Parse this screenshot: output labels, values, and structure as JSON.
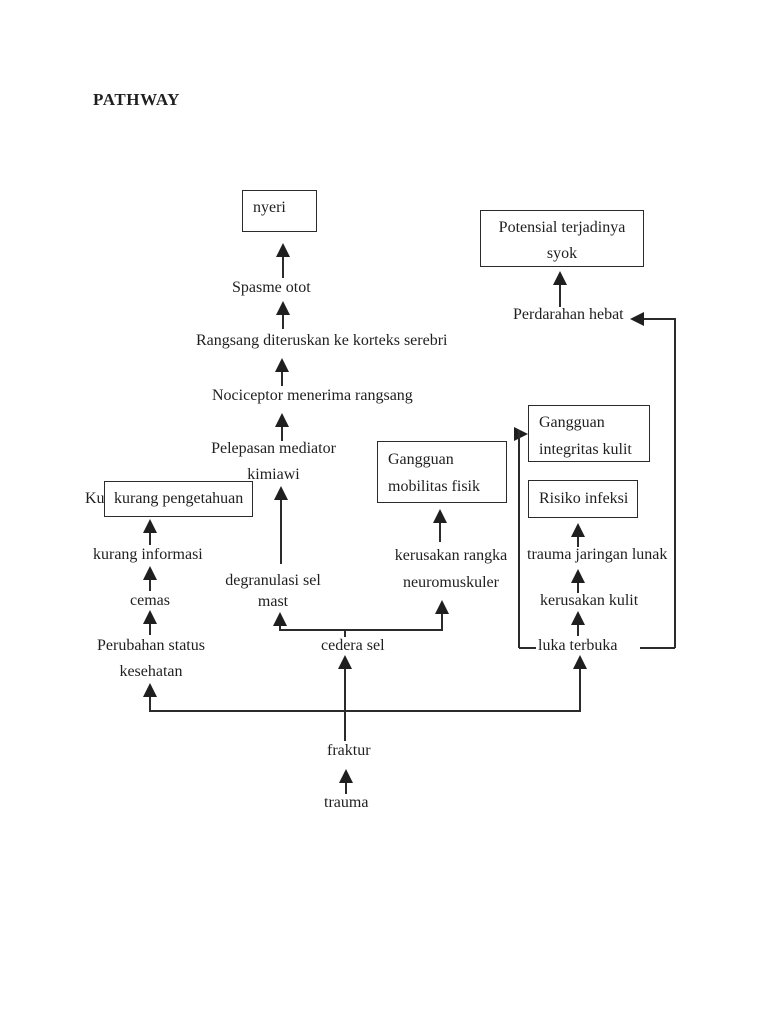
{
  "title": "PATHWAY",
  "colors": {
    "ink": "#1f1f1f",
    "line": "#2b2b2b",
    "paper": "#ffffff"
  },
  "boxes": {
    "nyeri": {
      "label": "nyeri"
    },
    "potensial_syok": {
      "line1": "Potensial terjadinya",
      "line2": "syok"
    },
    "gangguan_mobilitas": {
      "line1": "Gangguan",
      "line2": "mobilitas fisik"
    },
    "gangguan_integritas": {
      "line1": "Gangguan",
      "line2": "integritas kulit"
    },
    "risiko_infeksi": {
      "label": "Risiko infeksi"
    },
    "kurang_pengetahuan": {
      "label": "kurang pengetahuan",
      "clipped_prefix": "Ku"
    }
  },
  "labels": {
    "spasme_otot": "Spasme otot",
    "rangsang_korteks": "Rangsang diteruskan ke korteks serebri",
    "nociceptor": "Nociceptor menerima rangsang",
    "pelepasan_mediator": {
      "line1": "Pelepasan mediator",
      "line2": "kimiawi"
    },
    "kurang_informasi": "kurang informasi",
    "cemas": "cemas",
    "perubahan_status": {
      "line1": "Perubahan status",
      "line2": "kesehatan"
    },
    "degranulasi_sel_mast": {
      "line1": "degranulasi sel",
      "line2": "mast"
    },
    "cedera_sel": "cedera sel",
    "kerusakan_rangka": {
      "line1": "kerusakan rangka",
      "line2": "neuromuskuler"
    },
    "trauma_jaringan_lunak": "trauma jaringan lunak",
    "kerusakan_kulit": "kerusakan kulit",
    "luka_terbuka": "luka terbuka",
    "perdarahan_hebat": "Perdarahan hebat",
    "fraktur": "fraktur",
    "trauma": "trauma"
  }
}
